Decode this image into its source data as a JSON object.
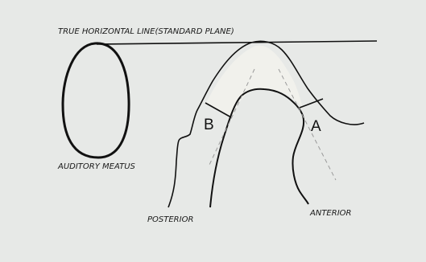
{
  "diagram": {
    "labels": {
      "horizontal_line": "TRUE HORIZONTAL LINE(STANDARD PLANE)",
      "auditory_meatus": "AUDITORY MEATUS",
      "posterior": "POSTERIOR",
      "anterior": "ANTERIOR",
      "point_b": "B",
      "point_a": "A"
    },
    "colors": {
      "background": "#e7e9e7",
      "ink": "#111111",
      "joint_space_fill": "#f1f1ec",
      "guide_lines": "#9a9a9a"
    }
  }
}
